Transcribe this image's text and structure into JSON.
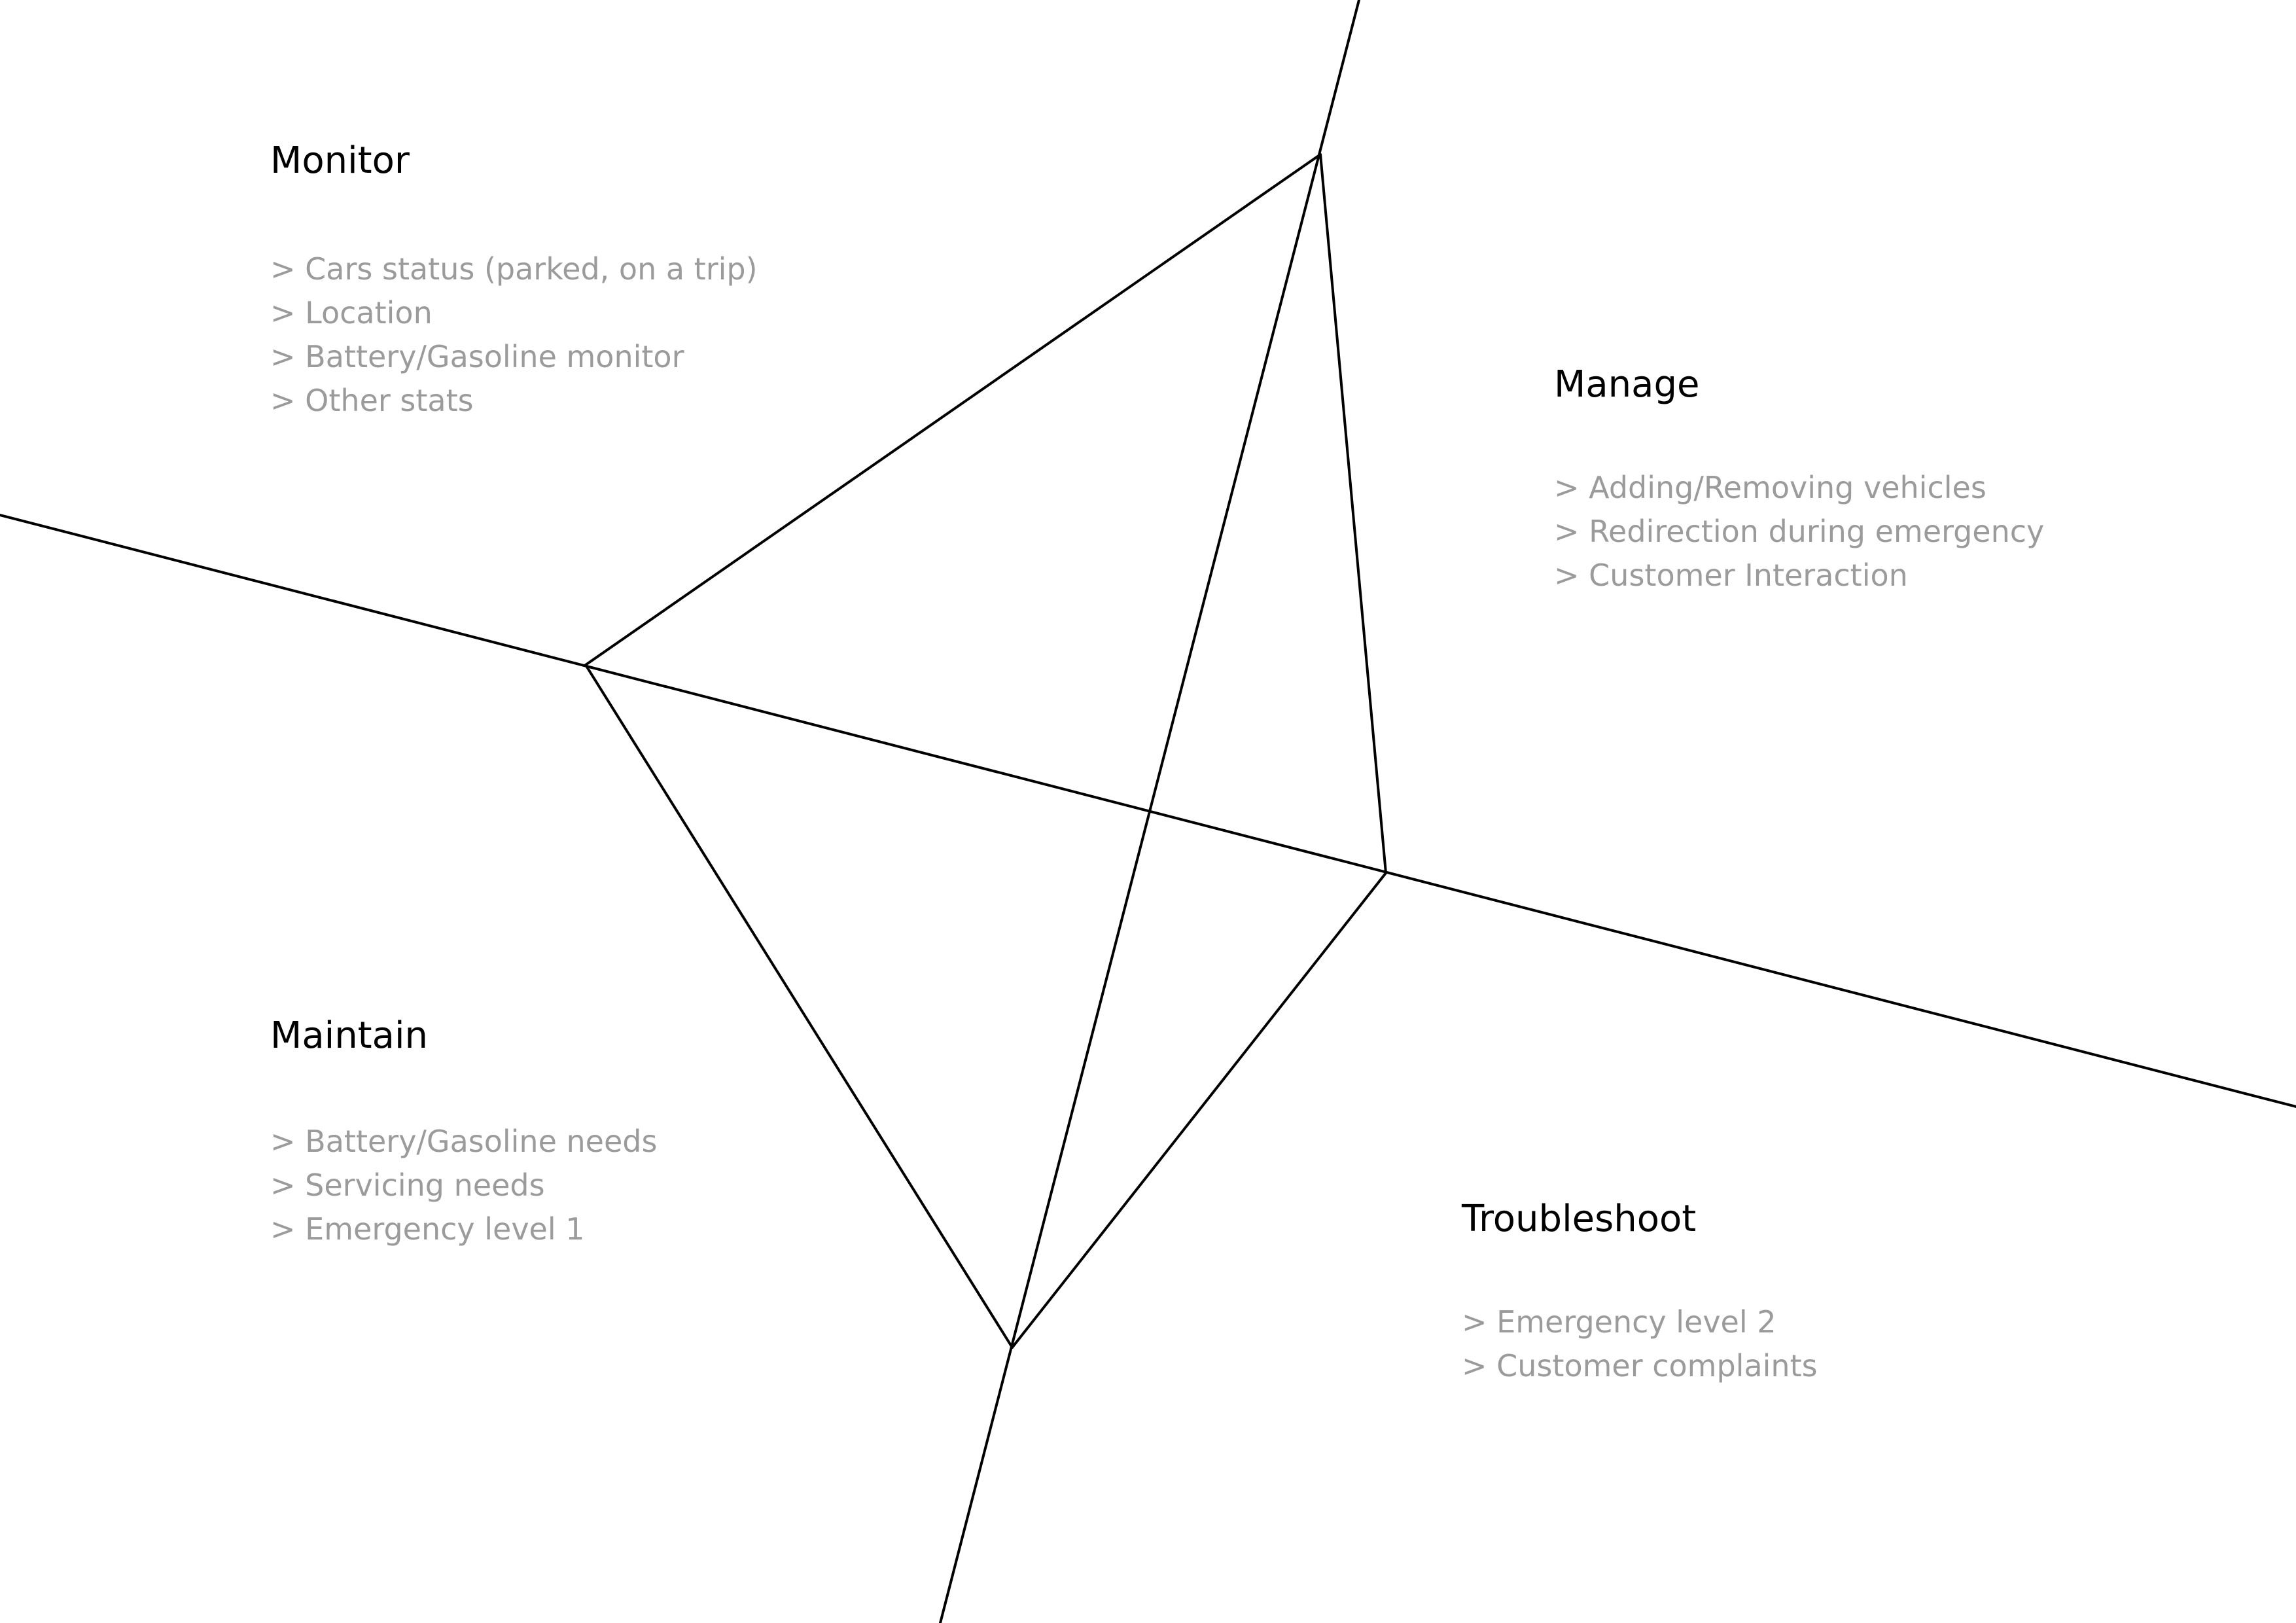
{
  "sections": {
    "monitor": {
      "title": "Monitor",
      "items": [
        "> Cars status (parked, on a trip)",
        "> Location",
        "> Battery/Gasoline monitor",
        "> Other stats"
      ]
    },
    "manage": {
      "title": "Manage",
      "items": [
        "> Adding/Removing vehicles",
        "> Redirection during emergency",
        "> Customer Interaction"
      ]
    },
    "maintain": {
      "title": "Maintain",
      "items": [
        "> Battery/Gasoline needs",
        "> Servicing needs",
        "> Emergency level 1"
      ]
    },
    "troubleshoot": {
      "title": "Troubleshoot",
      "items": [
        "> Emergency level 2",
        "> Customer complaints"
      ]
    }
  },
  "colors": {
    "line": "#000000",
    "title": "#000000",
    "item_text": "#9b9b9b",
    "background": "#ffffff"
  }
}
